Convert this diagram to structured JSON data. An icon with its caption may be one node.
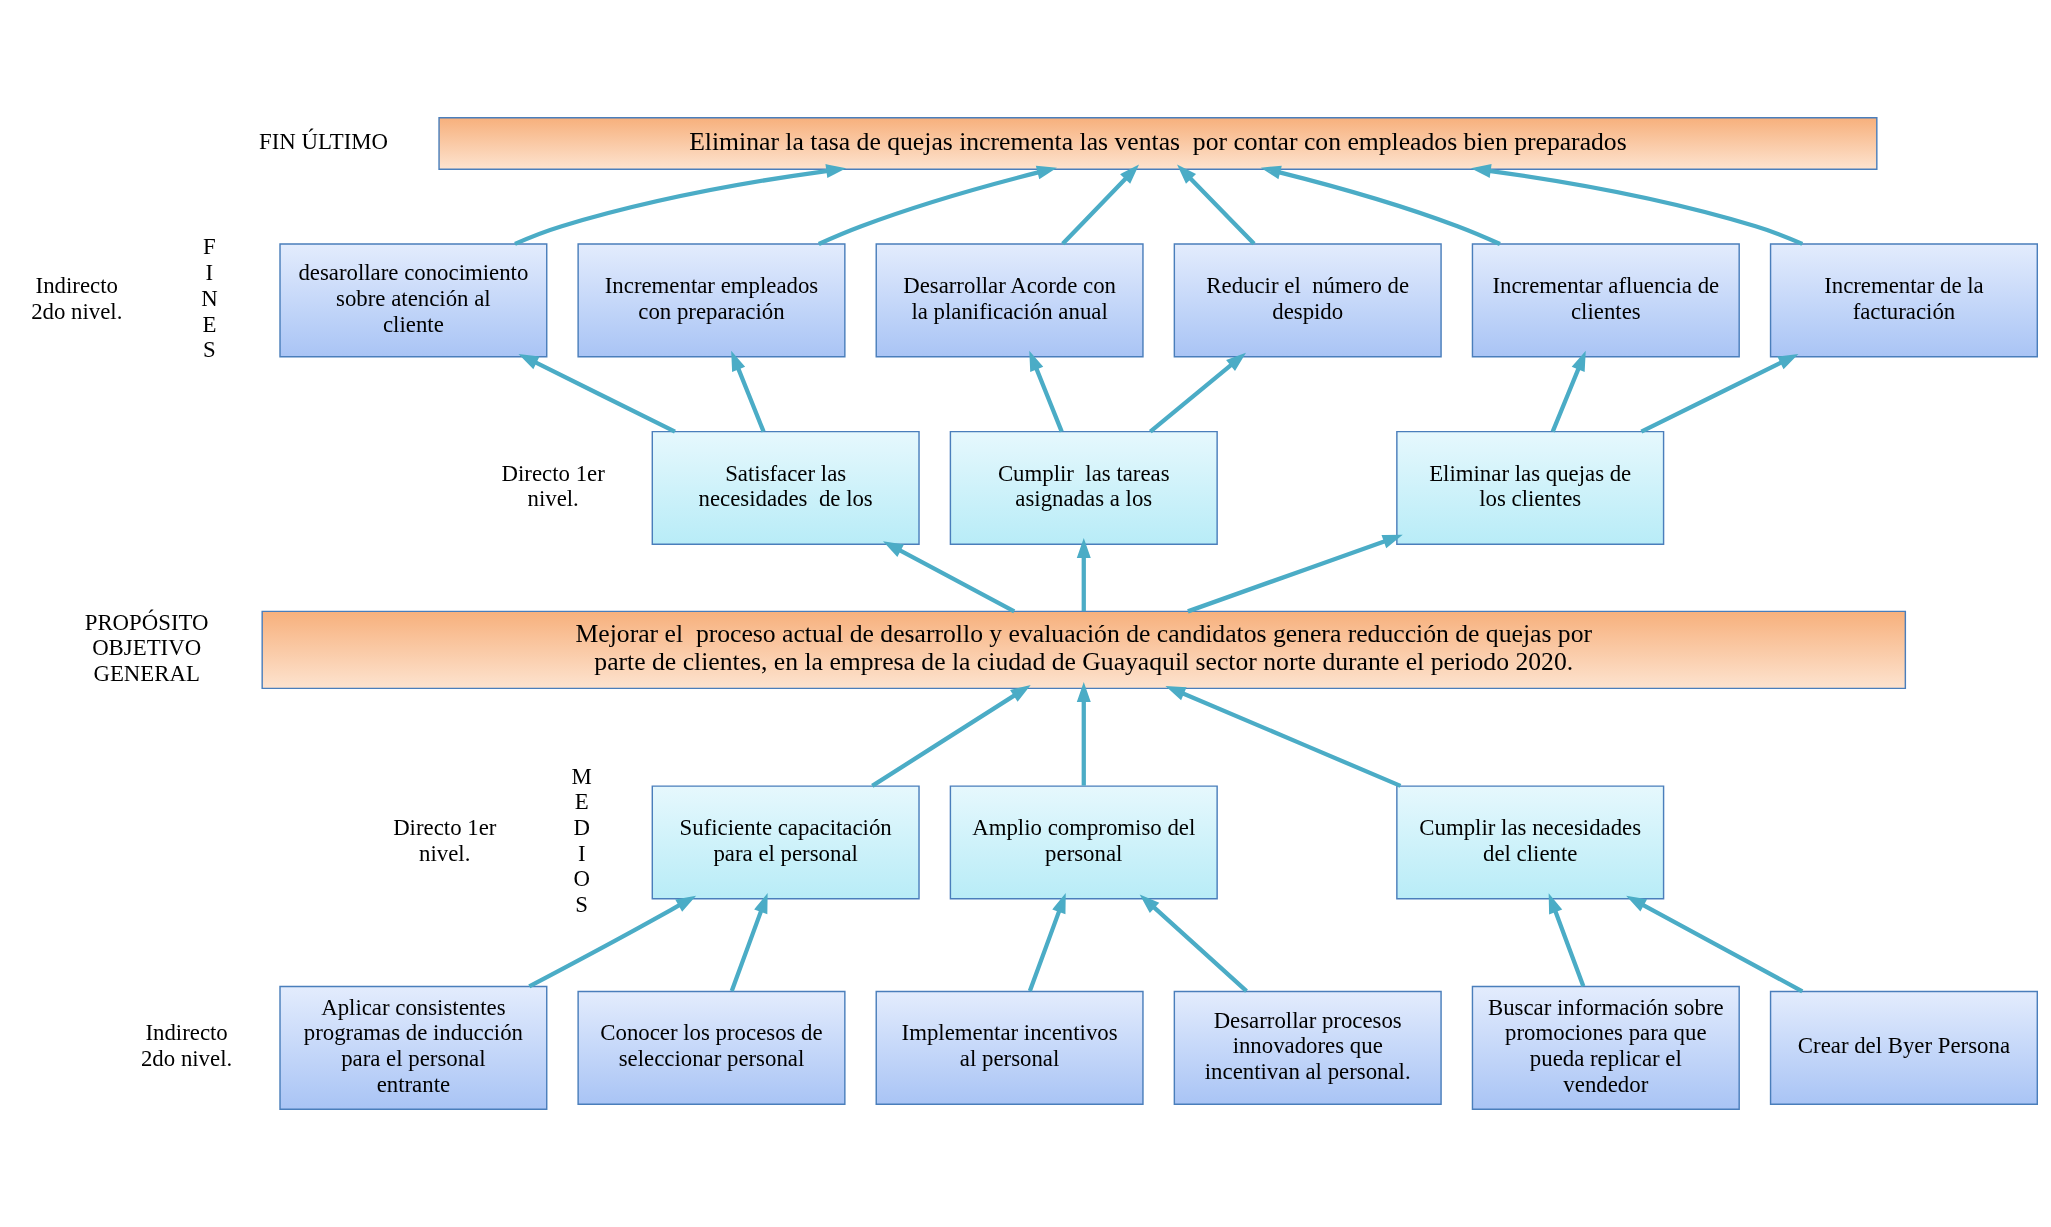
{
  "diagram": {
    "nodes": [
      {
        "text": [
          "Eliminar la tasa de quejas incrementa las ventas  por contar con empleados bien preparados"
        ]
      },
      {
        "text": [
          "desarollare conocimiento sobre atención al cliente"
        ]
      },
      {
        "text": [
          "Incrementar empleados con preparación"
        ]
      },
      {
        "text": [
          "Desarrollar Acorde con la planificación anual"
        ]
      },
      {
        "text": [
          "Reducir el  número de despido"
        ]
      },
      {
        "text": [
          "Incrementar afluencia de clientes"
        ]
      },
      {
        "text": [
          "Incrementar de la facturación"
        ]
      },
      {
        "text": [
          "Satisfacer las necesidades  de los"
        ]
      },
      {
        "text": [
          "Cumplir  las tareas asignadas a los"
        ]
      },
      {
        "text": [
          "Eliminar las quejas de los clientes"
        ]
      },
      {
        "text": [
          "Mejorar el  proceso actual de desarrollo y evaluación de candidatos genera reducción de quejas por parte de clientes, en la empresa de la ciudad de Guayaquil sector norte durante el periodo 2020."
        ]
      },
      {
        "text": [
          "Suficiente capacitación para el personal"
        ]
      },
      {
        "text": [
          "Amplio compromiso del personal"
        ]
      },
      {
        "text": [
          "Cumplir las necesidades del cliente"
        ]
      },
      {
        "text": [
          "Aplicar consistentes programas de inducción para el personal entrante"
        ]
      },
      {
        "text": [
          "Conocer los procesos de seleccionar personal"
        ]
      },
      {
        "text": [
          "Implementar incentivos al personal"
        ]
      },
      {
        "text": [
          "Desarrollar procesos innovadores que incentivan al personal."
        ]
      },
      {
        "text": [
          "Buscar información sobre promociones para que pueda replicar el vendedor"
        ]
      },
      {
        "text": [
          "Crear del Byer Persona"
        ]
      }
    ],
    "edges": [
      {
        "from": 1,
        "to": 0,
        "arrow": "to"
      },
      {
        "from": 2,
        "to": 0,
        "arrow": "to"
      },
      {
        "from": 3,
        "to": 0,
        "arrow": "to"
      },
      {
        "from": 4,
        "to": 0,
        "arrow": "to"
      },
      {
        "from": 5,
        "to": 0,
        "arrow": "to"
      },
      {
        "from": 6,
        "to": 0,
        "arrow": "to"
      },
      {
        "from": 7,
        "to": 1,
        "arrow": "to"
      },
      {
        "from": 7,
        "to": 2,
        "arrow": "to"
      },
      {
        "from": 8,
        "to": 3,
        "arrow": "to"
      },
      {
        "from": 8,
        "to": 4,
        "arrow": "to"
      },
      {
        "from": 9,
        "to": 5,
        "arrow": "to"
      },
      {
        "from": 9,
        "to": 6,
        "arrow": "to"
      },
      {
        "from": 10,
        "to": 7,
        "arrow": "to"
      },
      {
        "from": 10,
        "to": 8,
        "arrow": "to"
      },
      {
        "from": 10,
        "to": 9,
        "arrow": "to"
      },
      {
        "from": 11,
        "to": 10,
        "arrow": "to"
      },
      {
        "from": 12,
        "to": 10,
        "arrow": "to"
      },
      {
        "from": 13,
        "to": 10,
        "arrow": "to"
      },
      {
        "from": 14,
        "to": 11,
        "arrow": "to"
      },
      {
        "from": 15,
        "to": 11,
        "arrow": "to"
      },
      {
        "from": 16,
        "to": 12,
        "arrow": "to"
      },
      {
        "from": 17,
        "to": 12,
        "arrow": "to"
      },
      {
        "from": 18,
        "to": 13,
        "arrow": "to"
      },
      {
        "from": 19,
        "to": 13,
        "arrow": "to"
      }
    ],
    "labels": [
      "FIN ÚLTIMO",
      "FINES",
      "Indirecto 2do nivel.",
      "Directo 1er nivel.",
      "PROPÓSITO OBJETIVO GENERAL",
      "MEDIOS",
      "Directo 1er nivel.",
      "Indirecto 2do nivel."
    ]
  }
}
